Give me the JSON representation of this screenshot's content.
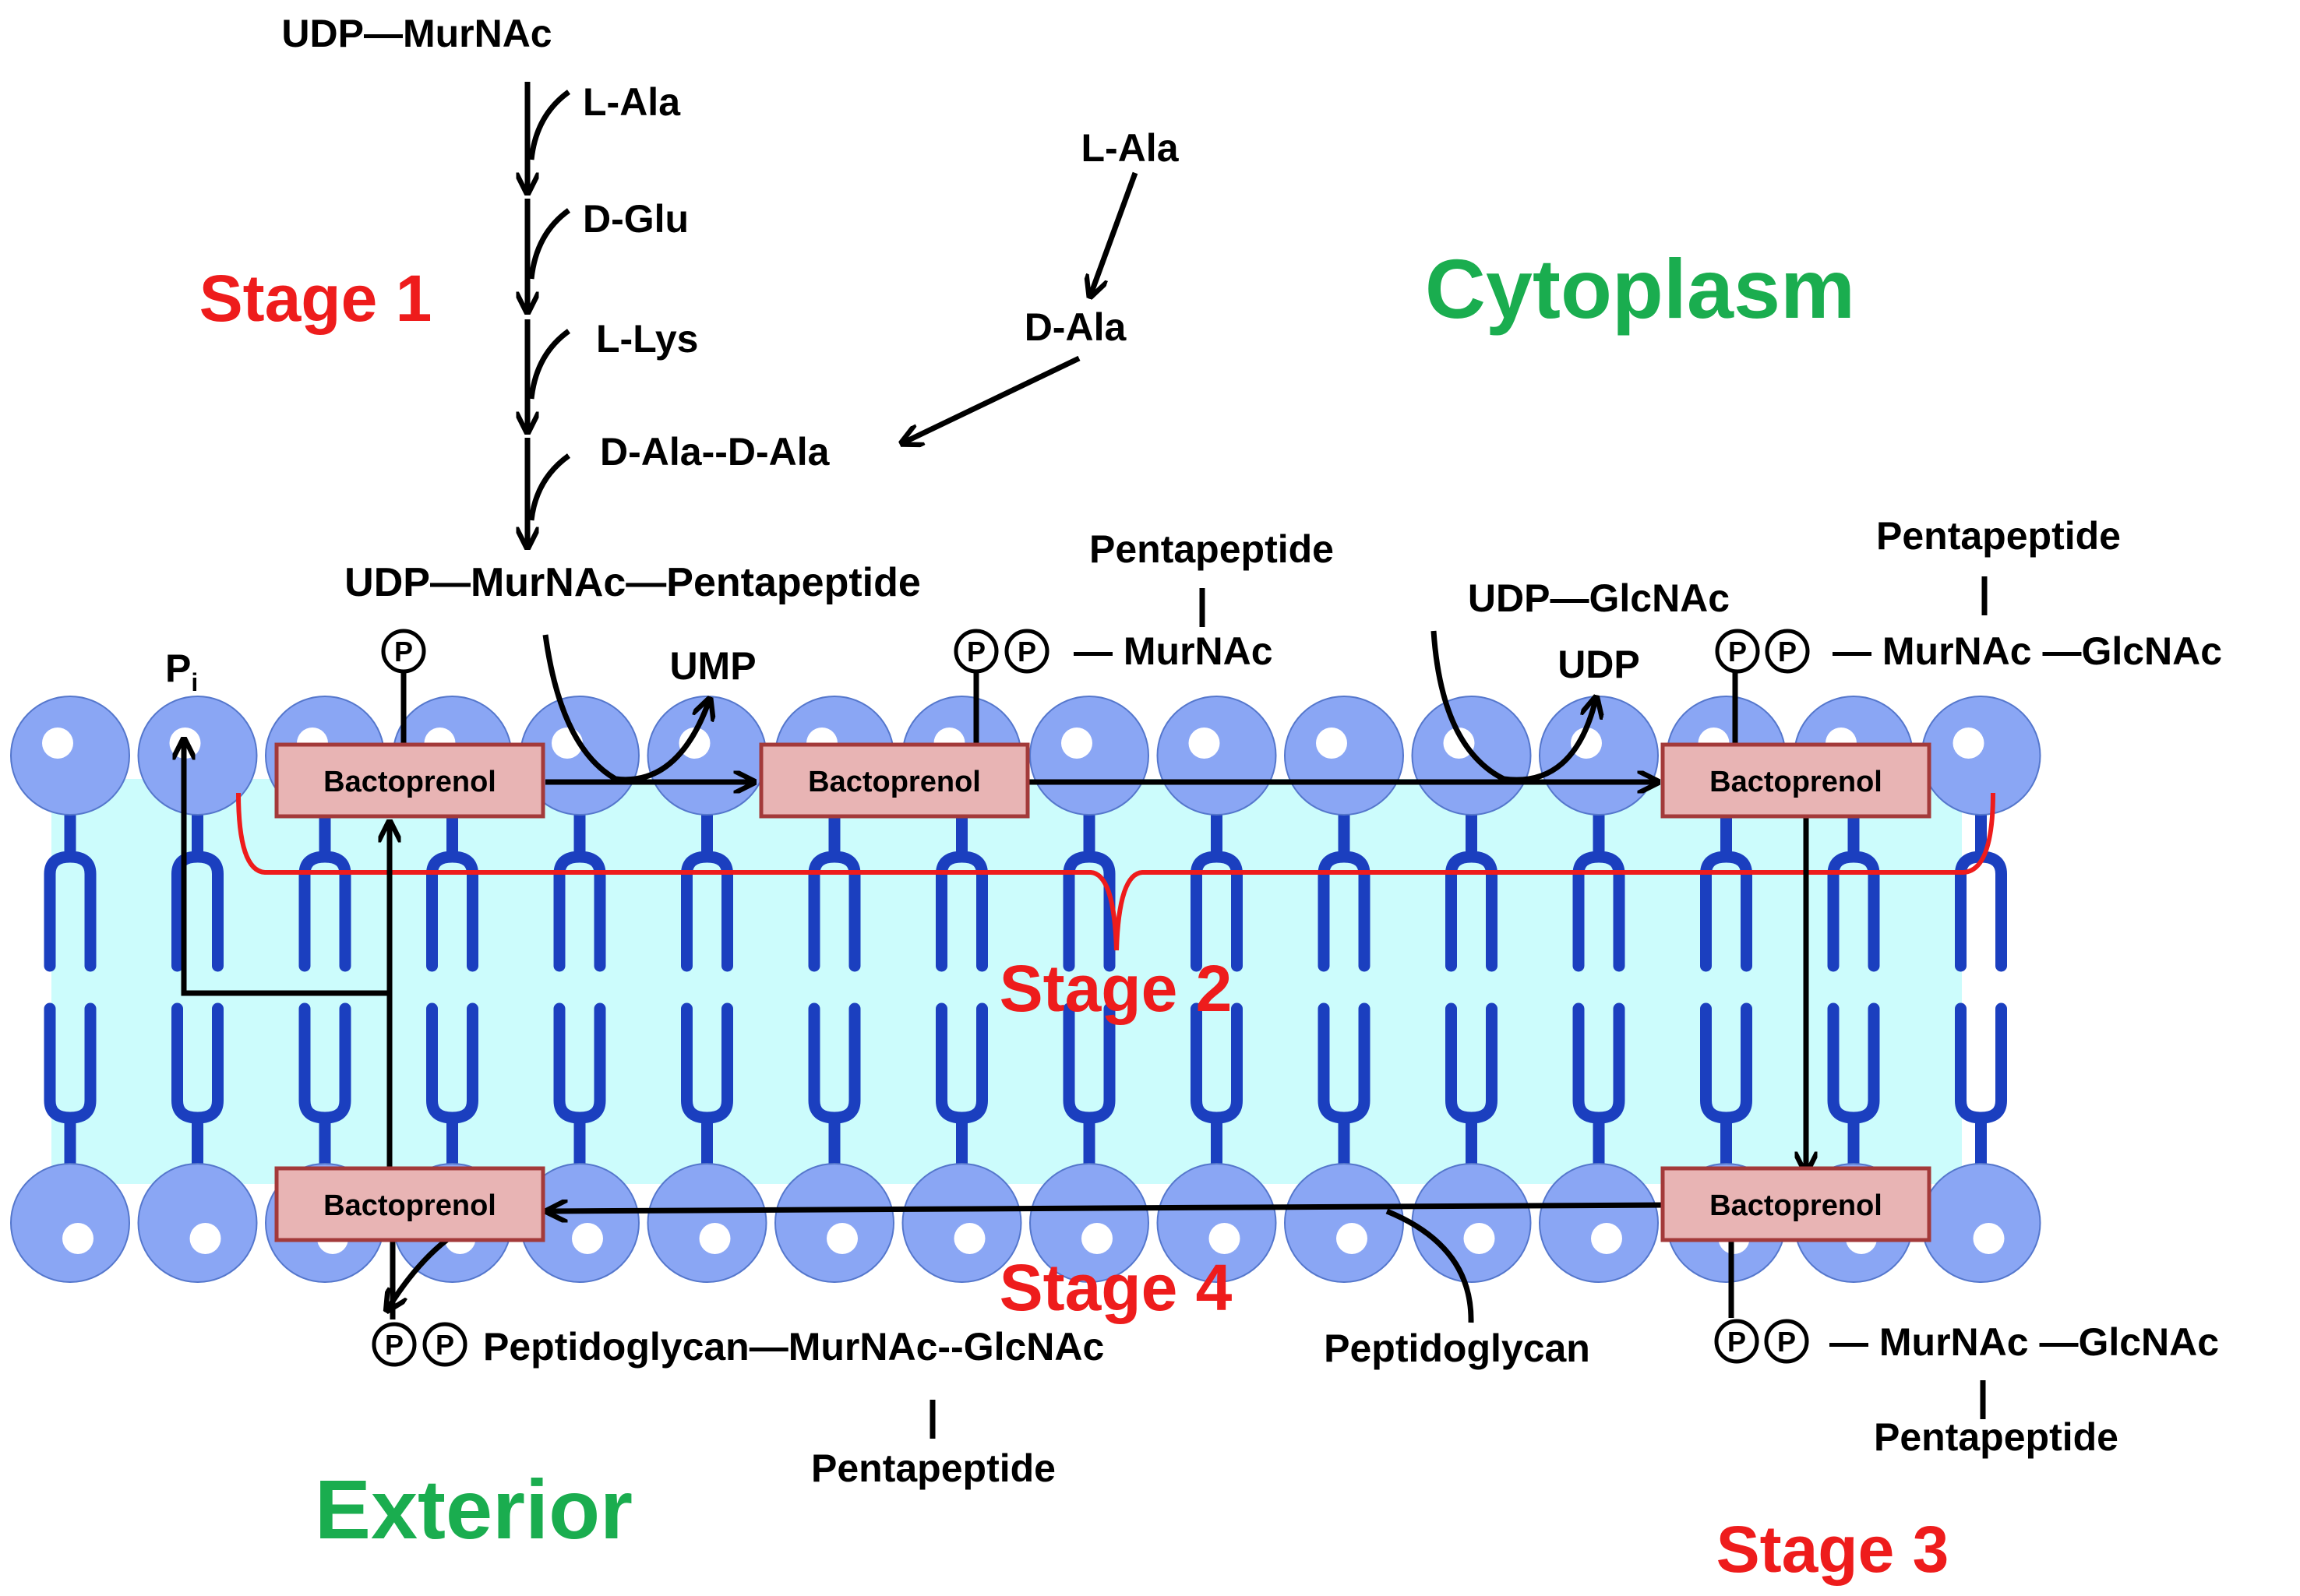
{
  "regions": {
    "cytoplasm": "Cytoplasm",
    "exterior": "Exterior"
  },
  "stages": {
    "stage1": "Stage 1",
    "stage2": "Stage 2",
    "stage3": "Stage 3",
    "stage4": "Stage 4"
  },
  "molecules": {
    "udp_murnac": "UDP—MurNAc",
    "l_ala_1": "L-Ala",
    "d_glu": "D-Glu",
    "l_lys": "L-Lys",
    "d_ala_d_ala": "D-Ala--D-Ala",
    "l_ala_2": "L-Ala",
    "d_ala": "D-Ala",
    "udp_murnac_pentapeptide": "UDP—MurNAc—Pentapeptide",
    "pi": "P",
    "pi_sub": "i",
    "ump": "UMP",
    "pentapeptide_a": "Pentapeptide",
    "murnac_a": "— MurNAc",
    "udp_glcnac": "UDP—GlcNAc",
    "udp": "UDP",
    "pentapeptide_b": "Pentapeptide",
    "murnac_glcnac_b": "— MurNAc —GlcNAc",
    "peptidoglycan_chain": "Peptidoglycan—MurNAc--GlcNAc",
    "pentapeptide_c": "Pentapeptide",
    "peptidoglycan": "Peptidoglycan",
    "murnac_glcnac_d": "— MurNAc —GlcNAc",
    "pentapeptide_d": "Pentapeptide"
  },
  "phosphate_symbol": "P",
  "bactoprenol": {
    "top1": "Bactoprenol",
    "top2": "Bactoprenol",
    "top3": "Bactoprenol",
    "bottom1": "Bactoprenol",
    "bottom2": "Bactoprenol"
  },
  "colors": {
    "membrane_fill": "#ccfcfc",
    "lipid_head": "#8aa6f4",
    "lipid_tail": "#1b3fbf",
    "bactoprenol_fill": "#e8b4b4",
    "bactoprenol_border": "#a33a3a",
    "stage_red": "#ee1c1c",
    "region_green": "#1aad4f"
  }
}
